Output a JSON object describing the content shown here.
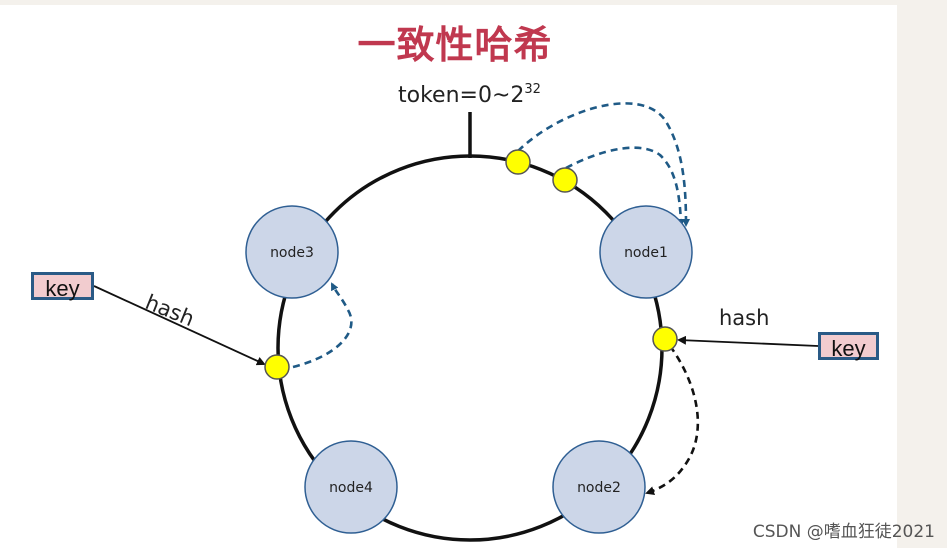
{
  "title": "一致性哈希",
  "token": {
    "text": "token=0~2",
    "exponent": "32"
  },
  "nodes": [
    {
      "id": "node1",
      "label": "node1"
    },
    {
      "id": "node2",
      "label": "node2"
    },
    {
      "id": "node3",
      "label": "node3"
    },
    {
      "id": "node4",
      "label": "node4"
    }
  ],
  "keys": [
    {
      "label": "key",
      "hash_label": "hash"
    },
    {
      "label": "key",
      "hash_label": "hash"
    }
  ],
  "watermark": "CSDN @嗜血狂徒2021",
  "colors": {
    "title": "#c0384f",
    "node_fill": "#ccd6e8",
    "node_stroke": "#2f5f93",
    "hash_point": "#ffff00",
    "dashed_arrow_blue": "#1f5a86",
    "dashed_arrow_black": "#111111",
    "key_fill": "#f2cccf",
    "key_border": "#2a5a86"
  }
}
